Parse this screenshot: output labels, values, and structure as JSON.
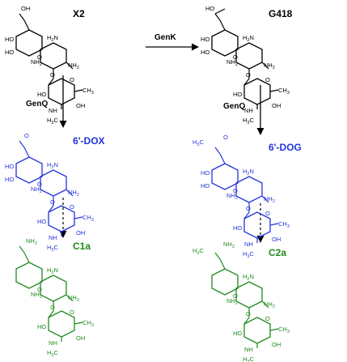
{
  "colors": {
    "black": "#000000",
    "blue": "#2233dd",
    "green": "#1f8a1f"
  },
  "compounds": {
    "x2": {
      "name": "X2",
      "labels": {
        "oh_top": "OH",
        "ho_a": "HO",
        "ho_b": "HO",
        "nh2_a": "NH2",
        "o_link": "O",
        "h2n_b": "H2N",
        "nh2_b": "NH2",
        "o_b": "O",
        "ho_c": "HO",
        "o_c": "O",
        "ch3": "CH3",
        "nh": "NH",
        "oh_c": "OH",
        "h3c": "H3C"
      }
    },
    "g418": {
      "name": "G418",
      "labels": {
        "ho_top": "HO",
        "ho_a": "HO",
        "ho_b": "HO",
        "nh2_a": "NH2",
        "o_link": "O",
        "h2n_b": "H2N",
        "nh2_b": "NH2",
        "o_b": "O",
        "ho_c": "HO",
        "o_c": "O",
        "ch3": "CH3",
        "nh": "NH",
        "oh_c": "OH",
        "h3c": "H3C"
      }
    },
    "dox": {
      "name": "6'-DOX",
      "labels": {
        "o_top": "O",
        "ho_a": "HO",
        "ho_b": "HO",
        "nh2_a": "NH2",
        "o_link": "O",
        "h2n_b": "H2N",
        "nh2_b": "NH2",
        "o_b": "O",
        "ho_c": "HO",
        "o_c": "O",
        "ch3": "CH3",
        "nh": "NH",
        "oh_c": "OH",
        "h3c": "H3C"
      }
    },
    "dog": {
      "name": "6'-DOG",
      "labels": {
        "h3c_top": "H3C",
        "o_top": "O",
        "ho_a": "HO",
        "ho_b": "HO",
        "nh2_a": "NH2",
        "o_link": "O",
        "h2n_b": "H2N",
        "nh2_b": "NH2",
        "o_b": "O",
        "ho_c": "HO",
        "o_c": "O",
        "ch3": "CH3",
        "nh": "NH",
        "oh_c": "OH",
        "h3c": "H3C"
      }
    },
    "c1a": {
      "name": "C1a",
      "labels": {
        "nh2_top": "NH2",
        "nh2_a": "NH2",
        "o_link": "O",
        "h2n_b": "H2N",
        "nh2_b": "NH2",
        "o_b": "O",
        "ho_c": "HO",
        "o_c": "O",
        "ch3": "CH3",
        "nh": "NH",
        "oh_c": "OH",
        "h3c": "H3C"
      }
    },
    "c2a": {
      "name": "C2a",
      "labels": {
        "h3c_top": "H3C",
        "nh2_top": "NH2",
        "nh2_a": "NH2",
        "o_link": "O",
        "h2n_b": "H2N",
        "nh2_b": "NH2",
        "o_b": "O",
        "ho_c": "HO",
        "o_c": "O",
        "ch3": "CH3",
        "nh": "NH",
        "oh_c": "OH",
        "h3c": "H3C"
      }
    }
  },
  "arrows": {
    "genk": "GenK",
    "genq_left": "GenQ",
    "genq_right": "GenQ"
  }
}
